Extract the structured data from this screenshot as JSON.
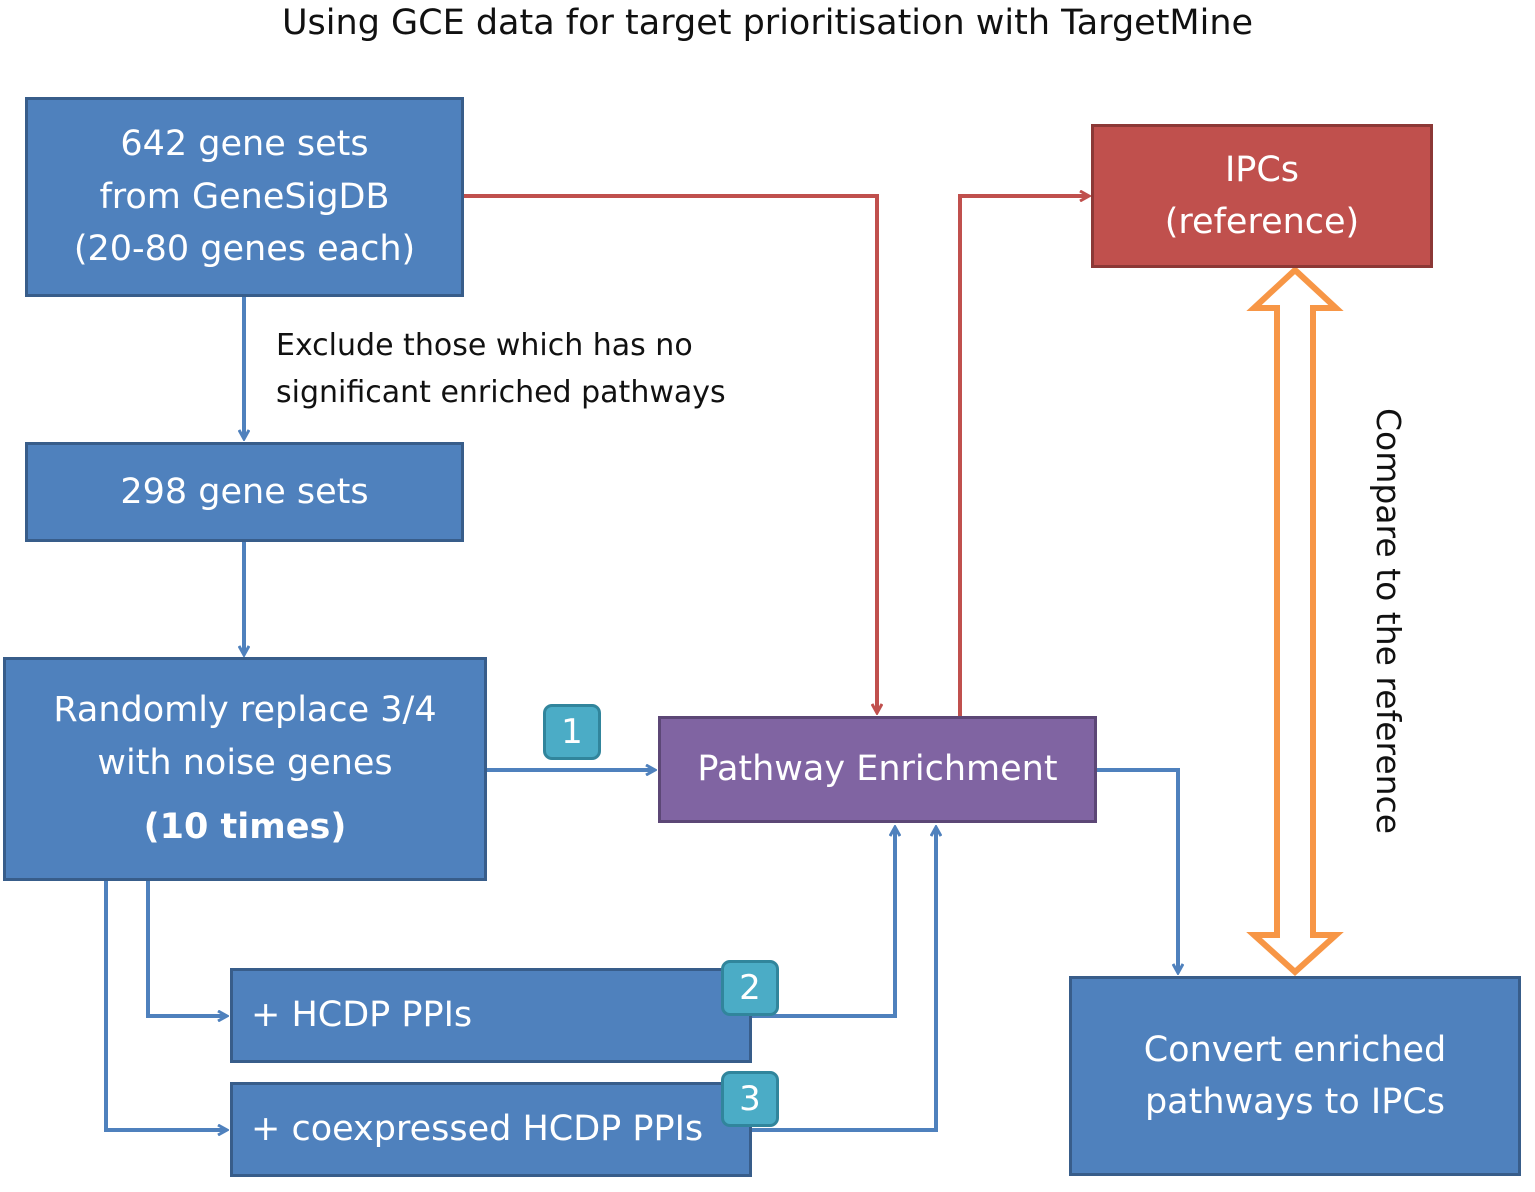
{
  "title": "Using GCE data for target prioritisation with TargetMine",
  "colors": {
    "blue_box": "#4f81bd",
    "red_box": "#c0504d",
    "purple_box": "#8064a2",
    "badge": "#4bacc6",
    "blue_arrow": "#4f81bd",
    "red_arrow": "#c0504d",
    "orange_arrow": "#f79646"
  },
  "nodes": {
    "gene_sets_642": {
      "lines": [
        "642 gene sets",
        "from GeneSigDB",
        "(20-80 genes each)"
      ]
    },
    "gene_sets_298": {
      "label": "298 gene sets"
    },
    "random_replace": {
      "lines": [
        "Randomly replace 3/4",
        "with noise genes"
      ],
      "emphasis": "(10 times)"
    },
    "hcdp_ppis": {
      "label": "+ HCDP PPIs"
    },
    "coexpressed_ppis": {
      "label": "+ coexpressed HCDP PPIs"
    },
    "pathway_enrichment": {
      "label": "Pathway Enrichment"
    },
    "ipcs_reference": {
      "lines": [
        "IPCs",
        "(reference)"
      ]
    },
    "convert_pathways": {
      "lines": [
        "Convert enriched",
        "pathways to IPCs"
      ]
    }
  },
  "annotations": {
    "exclude_note": [
      "Exclude those which has no",
      "significant enriched pathways"
    ],
    "compare_note": "Compare to the reference"
  },
  "badges": [
    "1",
    "2",
    "3"
  ],
  "edges": [
    {
      "from": "gene_sets_642",
      "to": "gene_sets_298",
      "color": "blue"
    },
    {
      "from": "gene_sets_298",
      "to": "random_replace",
      "color": "blue"
    },
    {
      "from": "random_replace",
      "to": "pathway_enrichment",
      "color": "blue",
      "badge": "1"
    },
    {
      "from": "random_replace",
      "to": "hcdp_ppis",
      "color": "blue"
    },
    {
      "from": "random_replace",
      "to": "coexpressed_ppis",
      "color": "blue"
    },
    {
      "from": "hcdp_ppis",
      "to": "pathway_enrichment",
      "color": "blue",
      "badge": "2"
    },
    {
      "from": "coexpressed_ppis",
      "to": "pathway_enrichment",
      "color": "blue",
      "badge": "3"
    },
    {
      "from": "gene_sets_642",
      "to": "pathway_enrichment",
      "color": "red"
    },
    {
      "from": "pathway_enrichment",
      "to": "ipcs_reference",
      "color": "red"
    },
    {
      "from": "pathway_enrichment",
      "to": "convert_pathways",
      "color": "blue"
    },
    {
      "from": "convert_pathways",
      "to": "ipcs_reference",
      "color": "orange",
      "bidirectional": true
    }
  ]
}
